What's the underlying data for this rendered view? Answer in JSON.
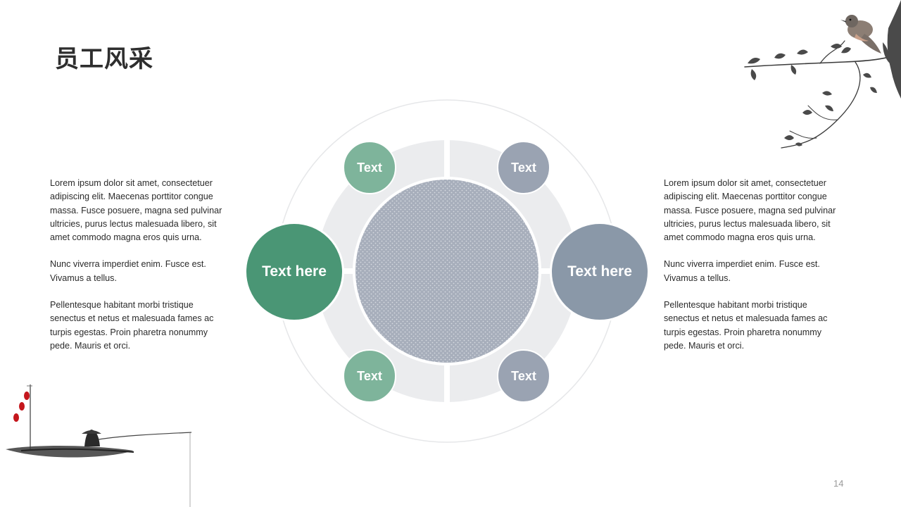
{
  "slide": {
    "title": "员工风采",
    "page_number": "14"
  },
  "left_column": {
    "paragraphs": [
      "Lorem ipsum dolor sit amet, consectetuer adipiscing elit. Maecenas porttitor congue massa. Fusce posuere, magna sed pulvinar ultricies, purus lectus malesuada libero, sit amet commodo magna eros quis urna.",
      "Nunc viverra imperdiet enim. Fusce est. Vivamus a tellus.",
      "Pellentesque habitant morbi tristique senectus et netus et malesuada fames ac turpis egestas. Proin pharetra nonummy pede. Mauris et orci."
    ]
  },
  "right_column": {
    "paragraphs": [
      "Lorem ipsum dolor sit amet, consectetuer adipiscing elit. Maecenas porttitor congue massa. Fusce posuere, magna sed pulvinar ultricies, purus lectus malesuada libero, sit amet commodo magna eros quis urna.",
      "Nunc viverra imperdiet enim. Fusce est. Vivamus a tellus.",
      "Pellentesque habitant morbi tristique senectus et netus et malesuada fames ac turpis egestas. Proin pharetra nonummy pede. Mauris et orci."
    ]
  },
  "diagram": {
    "nodes": {
      "top_left": "Text",
      "top_right": "Text",
      "bottom_left": "Text",
      "bottom_right": "Text",
      "left": "Text here",
      "right": "Text here"
    }
  },
  "colors": {
    "green_dark": "#4a9675",
    "green_light": "#7eb49b",
    "slate_dark": "#8a98a8",
    "slate_light": "#9aa3b2",
    "ring_fill": "#ebecee",
    "center_fill": "#a7aebb",
    "outer_ring": "#e6e7e9",
    "lantern_red": "#c4161c"
  },
  "icons": {
    "top_right": "ink-bird-on-branch-illustration",
    "bottom_left": "ink-fisherman-boat-illustration"
  }
}
